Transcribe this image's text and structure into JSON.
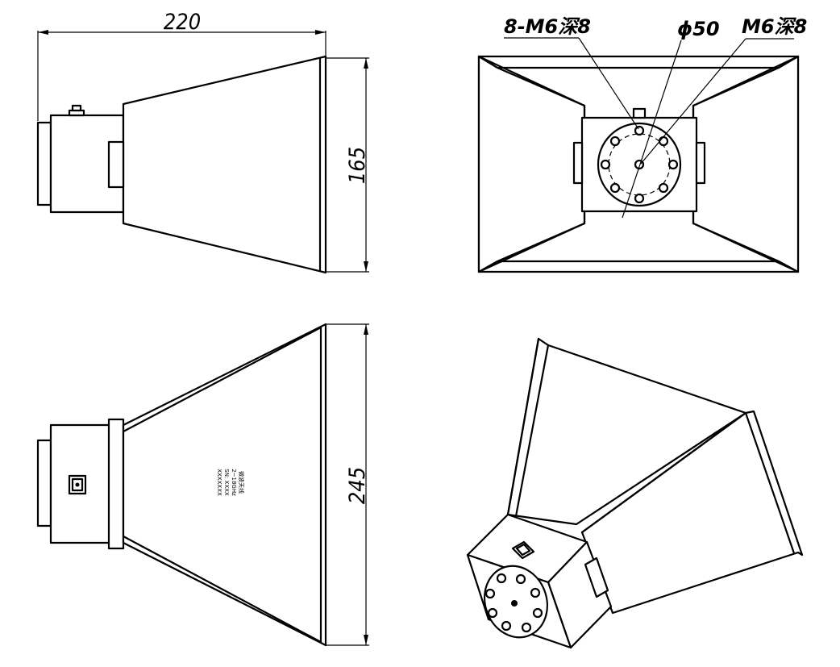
{
  "dimensions": {
    "overall_length": "220",
    "aperture_height": "165",
    "aperture_width": "245"
  },
  "callouts": {
    "bolt_holes": "8-M6深8",
    "flange_diameter": "ϕ50",
    "center_hole": "M6深8"
  },
  "nameplate_lines": [
    "微波天线",
    "2~18GHz",
    "SN: XXXX",
    "XXXXXXX"
  ]
}
